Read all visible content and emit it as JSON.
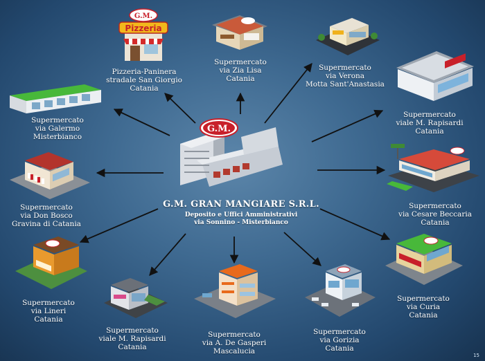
{
  "center": {
    "logo": "G.M.",
    "title": "G.M. GRAN MANGIARE S.R.L.",
    "subtitle_lines": [
      "Deposito e Uffici Amministrativi",
      "via Sonnino - Misterbianco"
    ]
  },
  "nodes": [
    {
      "id": "pizzeria",
      "lines": [
        "Pizzeria-Paninera",
        "stradale San Giorgio",
        "Catania"
      ],
      "sign": "Pizzeria",
      "logo": "G.M."
    },
    {
      "id": "zia-lisa",
      "lines": [
        "Supermercato",
        "via Zia Lisa",
        "Catania"
      ]
    },
    {
      "id": "verona",
      "lines": [
        "Supermercato",
        "via Verona",
        "Motta Sant'Anastasia"
      ]
    },
    {
      "id": "rapisardi-east",
      "lines": [
        "Supermercato",
        "viale M. Rapisardi",
        "Catania"
      ]
    },
    {
      "id": "galermo",
      "lines": [
        "Supermercato",
        "via Galermo",
        "Misterbianco"
      ]
    },
    {
      "id": "beccaria",
      "lines": [
        "Supermercato",
        "via Cesare Beccaria",
        "Catania"
      ]
    },
    {
      "id": "don-bosco",
      "lines": [
        "Supermercato",
        "via Don Bosco",
        "Gravina di Catania"
      ]
    },
    {
      "id": "curia",
      "lines": [
        "Supermercato",
        "via Curia",
        "Catania"
      ]
    },
    {
      "id": "lineri",
      "lines": [
        "Supermercato",
        "via Lineri",
        "Catania"
      ]
    },
    {
      "id": "rapisardi-south",
      "lines": [
        "Supermercato",
        "viale M. Rapisardi",
        "Catania"
      ]
    },
    {
      "id": "de-gasperi",
      "lines": [
        "Supermercato",
        "via A. De Gasperi",
        "Mascalucia"
      ]
    },
    {
      "id": "gorizia",
      "lines": [
        "Supermercato",
        "via Gorizia",
        "Catania"
      ]
    }
  ],
  "slide_number": "15",
  "colors": {
    "logo_red": "#c8202a",
    "roof_green": "#48b83a",
    "arrow": "#111111"
  }
}
